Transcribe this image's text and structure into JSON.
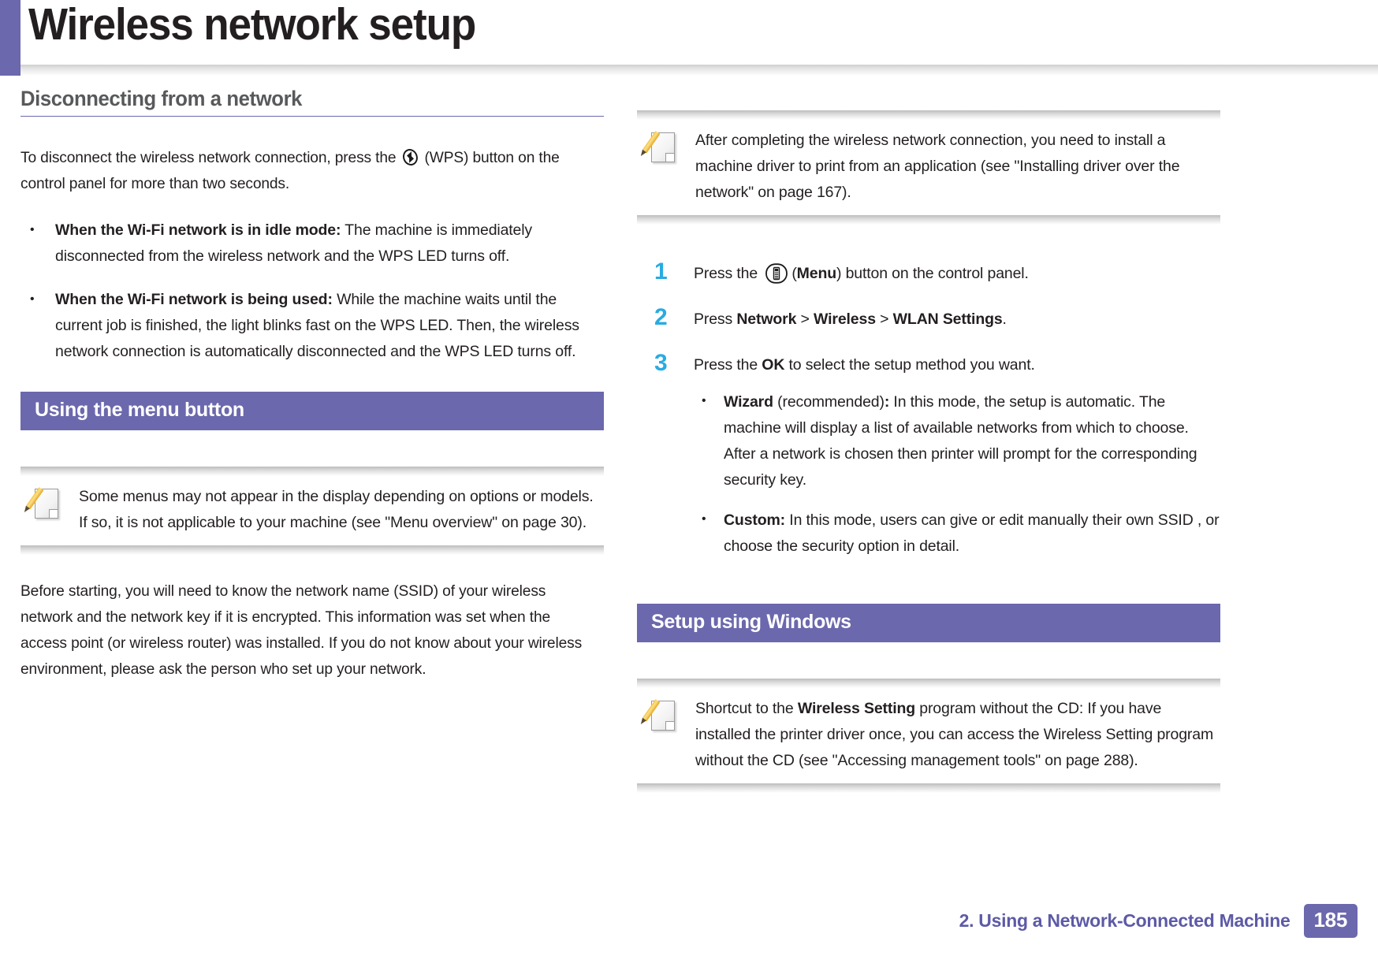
{
  "page": {
    "title": "Wireless network setup",
    "accent_purple": "#6b68ad",
    "step_number_color": "#29abe2",
    "heading_gray": "#58595b"
  },
  "left_column": {
    "section_heading": "Disconnecting from a network",
    "intro_part1": "To disconnect the wireless network connection, press the",
    "wps_icon_name": "wps-icon",
    "intro_part2": "(WPS) button on the control panel for more than two seconds.",
    "bullets": [
      {
        "bold": "When the Wi-Fi network is in idle mode:",
        "text": " The machine is immediately disconnected from the wireless network and the WPS LED turns off."
      },
      {
        "bold": "When the Wi-Fi network is being used:",
        "text": " While the machine waits until the current job is finished, the light blinks fast on the WPS LED. Then, the wireless network connection is automatically disconnected and the WPS LED turns off."
      }
    ],
    "band_heading": "Using the menu button",
    "note": "Some menus may not appear in the display depending on options or models. If so, it is not applicable to your machine (see \"Menu overview\" on page 30).",
    "closing_paragraph": "Before starting, you will need to know the network name (SSID) of your wireless network and the network key if it is encrypted. This information was set when the access point (or wireless router) was installed. If you do not know about your wireless environment, please ask the person who set up your network."
  },
  "right_column": {
    "top_note": "After completing the wireless network connection, you need to install a machine driver to print from an application (see \"Installing driver over the network\" on page 167).",
    "steps": [
      {
        "number": "1",
        "prefix": "Press the",
        "icon_name": "menu-button-icon",
        "bold": "Menu",
        "suffix": ") button on the control panel.",
        "open_paren": "("
      },
      {
        "number": "2",
        "prefix": "Press ",
        "bold1": "Network",
        "sep1": " > ",
        "bold2": "Wireless",
        "sep2": " > ",
        "bold3": "WLAN Settings",
        "suffix": "."
      },
      {
        "number": "3",
        "prefix": "Press the ",
        "bold": "OK",
        "suffix": " to select the setup method you want.",
        "subbullets": [
          {
            "bold": "Wizard",
            "mid": " (recommended)",
            "bold2": ":",
            "text": " In this mode, the setup is automatic. The machine will display a list of available networks from which to choose. After a network is chosen then printer will prompt for the corresponding security key."
          },
          {
            "bold": "Custom:",
            "text": " In this mode, users can give or edit manually their own SSID , or choose the security option in detail."
          }
        ]
      }
    ],
    "band_heading": "Setup using Windows",
    "bottom_note_prefix": "Shortcut to the ",
    "bottom_note_bold": "Wireless Setting",
    "bottom_note_suffix": " program without the CD: If you have installed the printer driver once, you can access the Wireless Setting program without the CD (see \"Accessing management tools\" on page 288)."
  },
  "footer": {
    "chapter": "2.  Using a Network-Connected Machine",
    "page_number": "185"
  }
}
